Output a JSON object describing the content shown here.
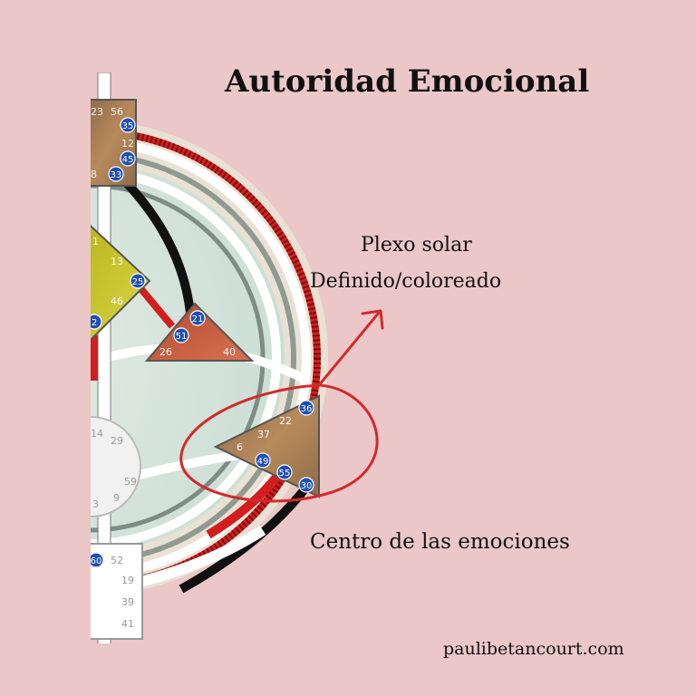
{
  "title": "Autoridad Emocional",
  "annotations": {
    "plexo_line1": "Plexo solar",
    "plexo_line2": "Definido/coloreado",
    "centro": "Centro de las emociones",
    "website": "paulibetancourt.com"
  },
  "colors": {
    "background": "#ebc7c8",
    "annotation_red": "#d22a2a",
    "brown_center": "#a8794f",
    "yellow_center": "#c8c41a",
    "red_center": "#bf5a3c",
    "gate_blue": "#1d4fb5"
  },
  "gates": {
    "throat_top": [
      "23",
      "56"
    ],
    "throat_side": [
      "12"
    ],
    "throat_left": [
      "8"
    ],
    "throat_active": [
      "35",
      "45",
      "33"
    ],
    "g_plain": [
      "1",
      "13",
      "46"
    ],
    "g_active": [
      "25",
      "2"
    ],
    "heart_active": [
      "21",
      "51"
    ],
    "heart_plain": [
      "26",
      "40"
    ],
    "solar_plain": [
      "22",
      "37",
      "6"
    ],
    "solar_active": [
      "36",
      "49",
      "55",
      "30"
    ],
    "sacral_plain": [
      "14",
      "29",
      "59",
      "3",
      "9"
    ],
    "root_active": [
      "60"
    ],
    "root_plain": [
      "52",
      "19",
      "39",
      "41"
    ]
  }
}
